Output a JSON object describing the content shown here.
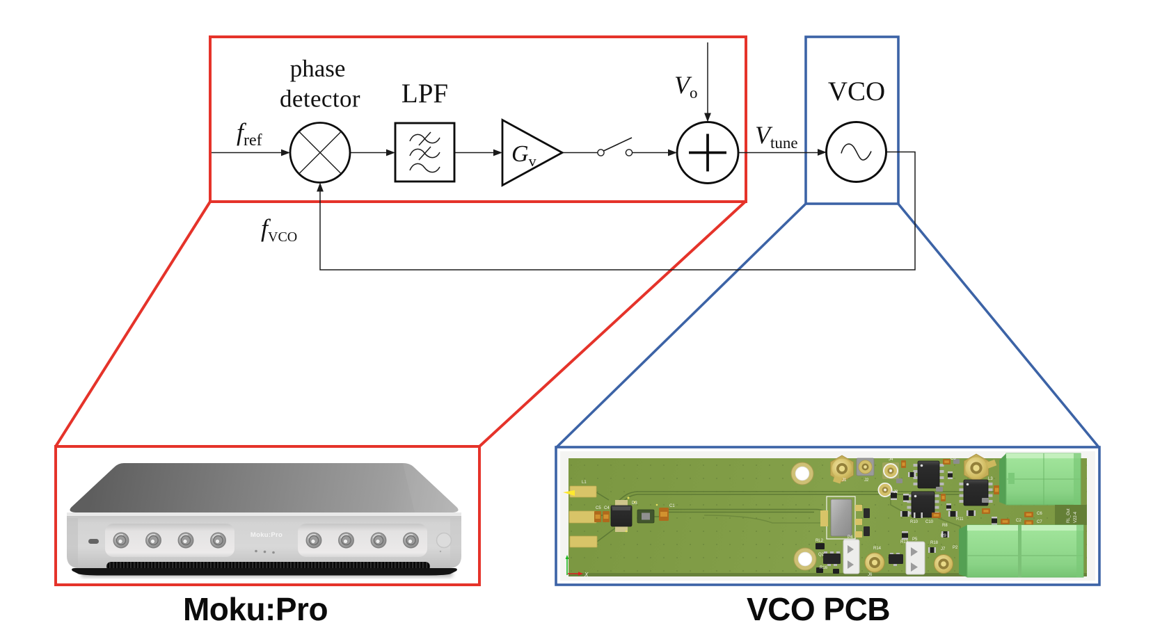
{
  "figure": {
    "type": "block-diagram",
    "description": "Phase-locked loop block diagram with zoom callouts to hardware photos"
  },
  "diagram": {
    "phase_detector_label_line1": "phase",
    "phase_detector_label_line2": "detector",
    "lpf_label": "LPF",
    "f_ref": {
      "base": "f",
      "sub": "ref"
    },
    "f_vco": {
      "base": "f",
      "sub": "VCO"
    },
    "v_o": {
      "base": "V",
      "sub": "o"
    },
    "v_tune": {
      "base": "V",
      "sub": "tune"
    },
    "gain": {
      "base": "G",
      "sub": "v"
    },
    "vco_label": "VCO"
  },
  "captions": {
    "moku": "Moku:Pro",
    "pcb": "VCO PCB"
  },
  "device": {
    "faceplate_brand": "Moku:Pro"
  },
  "pcb": {
    "silkscreen": [
      "L1",
      "C5",
      "C4",
      "D3",
      "C1",
      "J1",
      "J2",
      "J4",
      "J3",
      "C8",
      "D4",
      "L3",
      "C10",
      "R10",
      "R8",
      "R11",
      "R9",
      "C6",
      "C7",
      "C2",
      "RL2",
      "Q2",
      "R16",
      "P4",
      "P5",
      "R13",
      "R14",
      "R18",
      "P2",
      "J7",
      "J6",
      "X"
    ],
    "edge_label_1": "RL_Out",
    "edge_label_2": "V22-4"
  },
  "colors": {
    "red_frame": "#e5332a",
    "blue_frame": "#3c63a6",
    "ink": "#1a1a1a",
    "board_green": "#809c46",
    "mint_block": "#96dc90",
    "gold": "#d4c068"
  }
}
